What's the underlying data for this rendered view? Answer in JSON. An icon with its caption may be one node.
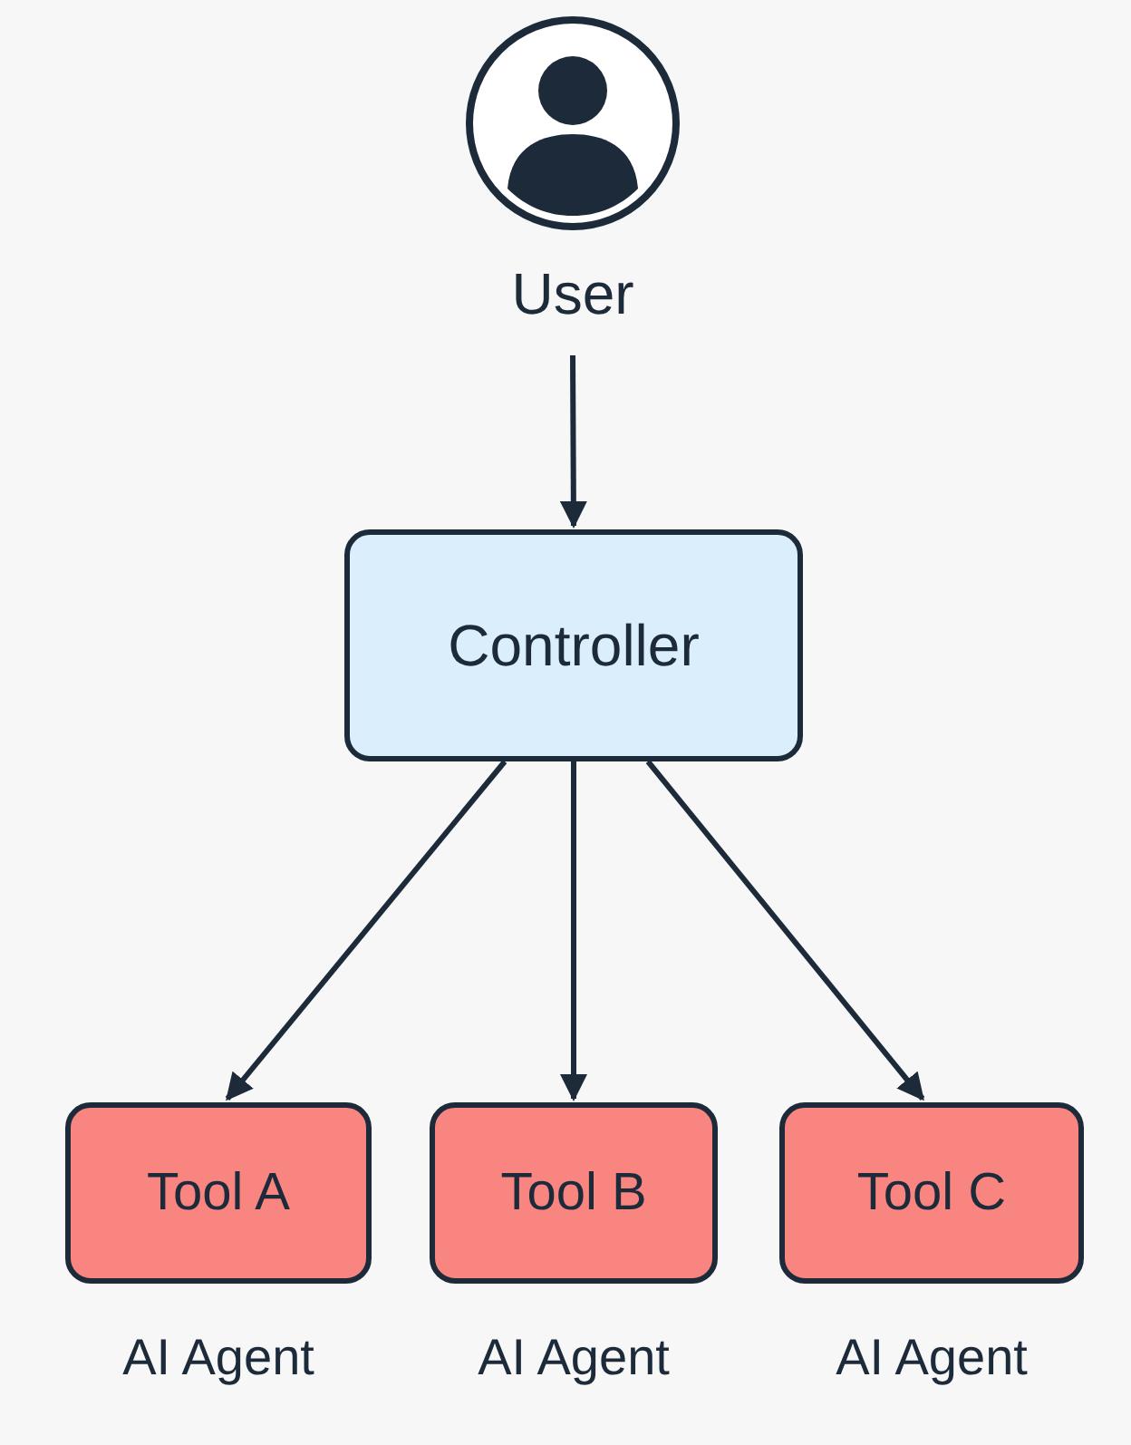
{
  "diagram": {
    "nodes": [
      {
        "text": [
          "User"
        ]
      },
      {
        "text": [
          "Controller"
        ]
      },
      {
        "text": [
          "Tool A"
        ],
        "beside": [
          "AI Agent"
        ]
      },
      {
        "text": [
          "Tool B"
        ],
        "beside": [
          "AI Agent"
        ]
      },
      {
        "text": [
          "Tool C"
        ],
        "beside": [
          "AI Agent"
        ]
      }
    ],
    "edges": [
      {
        "from": 0,
        "to": 1,
        "arrow": "to"
      },
      {
        "from": 1,
        "to": 2,
        "arrow": "to"
      },
      {
        "from": 1,
        "to": 3,
        "arrow": "to"
      },
      {
        "from": 1,
        "to": 4,
        "arrow": "to"
      }
    ]
  }
}
